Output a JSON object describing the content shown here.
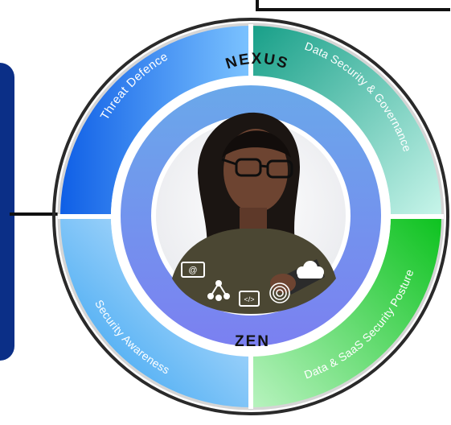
{
  "center": {
    "top_label": "NEXUS",
    "bottom_label": "ZEN"
  },
  "segments": [
    {
      "label": "Threat Defence",
      "color_from": "#0f5fe6",
      "color_to": "#6ab7ff"
    },
    {
      "label": "Data Security & Governance",
      "color_from": "#1aa78e",
      "color_to": "#bff3e6"
    },
    {
      "label": "Data & SaaS Security Posture",
      "color_from": "#0dc429",
      "color_to": "#aef3b8"
    },
    {
      "label": "Security Awareness",
      "color_from": "#2a9df0",
      "color_to": "#bfe3ff"
    }
  ],
  "icons": [
    "email-icon",
    "network-icon",
    "code-icon",
    "fingerprint-icon",
    "cloud-icon"
  ],
  "colors": {
    "left_panel": "#0b2f87",
    "inner_ring_top": "#6ba9ec",
    "inner_ring_bottom": "#7d7ff0",
    "photo_bg": "#f3f3f3"
  }
}
